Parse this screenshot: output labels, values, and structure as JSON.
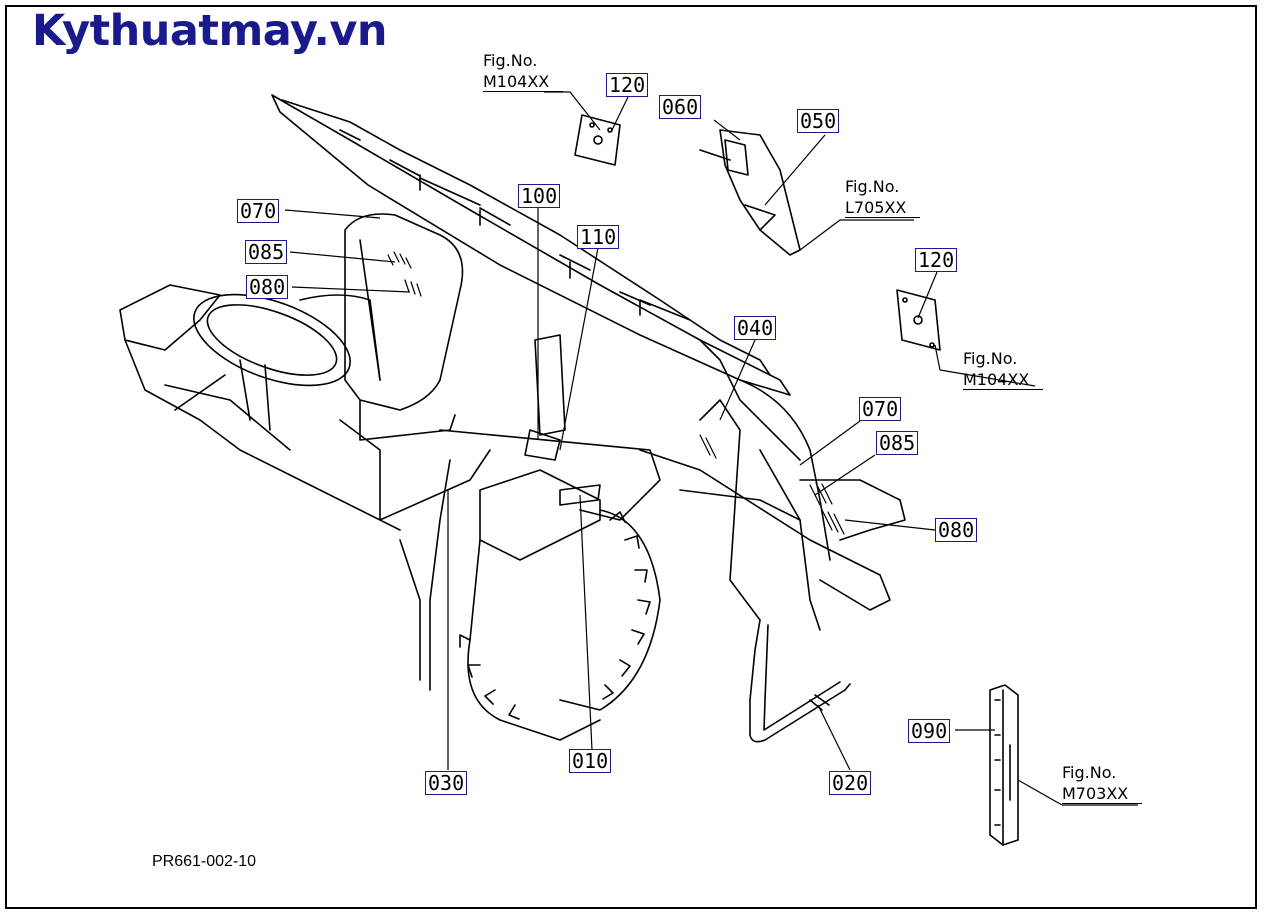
{
  "brand": "Kythuatmay.vn",
  "drawing_code": "PR661-002-10",
  "callouts": {
    "c120a": "120",
    "c060": "060",
    "c050": "050",
    "c100": "100",
    "c110": "110",
    "c070a": "070",
    "c085a": "085",
    "c080a": "080",
    "c120b": "120",
    "c040": "040",
    "c070b": "070",
    "c085b": "085",
    "c080b": "080",
    "c090": "090",
    "c030": "030",
    "c010": "010",
    "c020": "020"
  },
  "fig_refs": {
    "f1": {
      "label": "Fig.No.",
      "number": "M104XX"
    },
    "f2": {
      "label": "Fig.No.",
      "number": "L705XX"
    },
    "f3": {
      "label": "Fig.No.",
      "number": "M104XX"
    },
    "f4": {
      "label": "Fig.No.",
      "number": "M703XX"
    }
  },
  "colors": {
    "brand": "#1a1a8c",
    "callout_border": "#1a1a8c",
    "line": "#000000"
  }
}
